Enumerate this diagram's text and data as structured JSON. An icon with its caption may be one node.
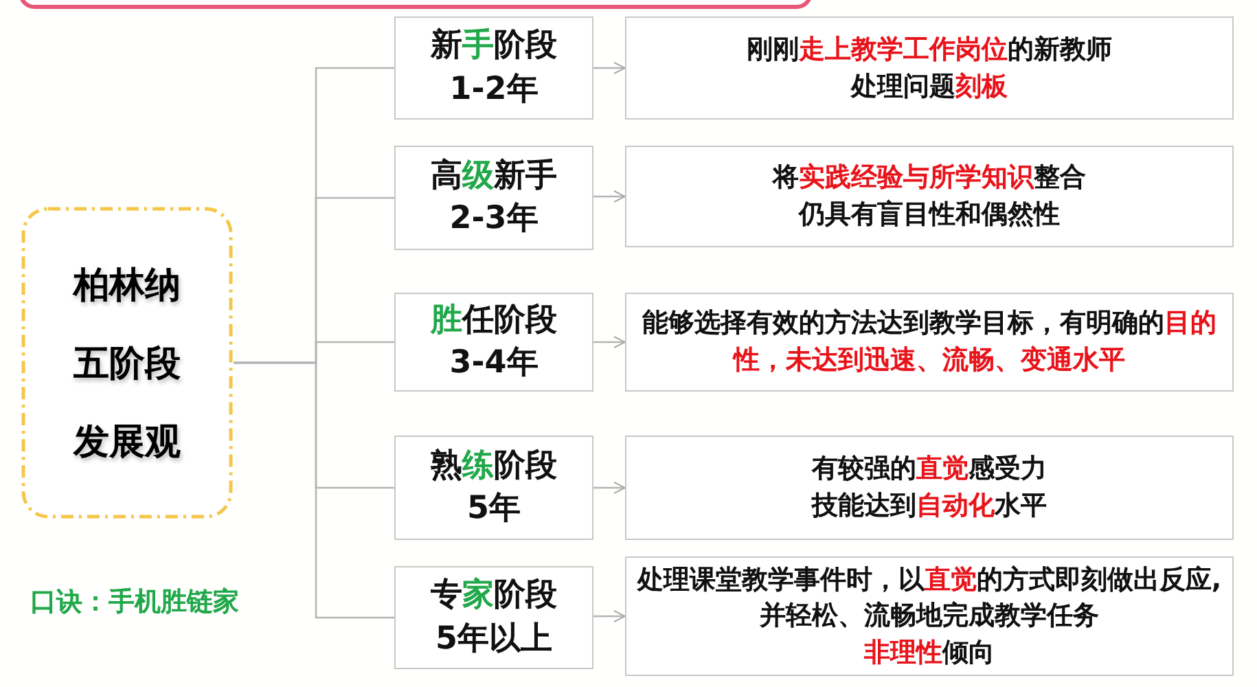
{
  "diagram": {
    "nodes": [
      {
        "text": [
          "柏林纳",
          "五阶段",
          "发展观"
        ]
      },
      {
        "text": [
          "新**手**阶段",
          "1-2年"
        ]
      },
      {
        "text": [
          "高**级**新手",
          "2-3年"
        ]
      },
      {
        "text": [
          "**胜**任阶段",
          "3-4年"
        ]
      },
      {
        "text": [
          "熟**练**阶段",
          "5年"
        ]
      },
      {
        "text": [
          "专**家**阶段",
          "5年以上"
        ]
      },
      {
        "text": [
          "刚刚**走上教学工作岗位**的新教师",
          "处理问题**刻板**"
        ]
      },
      {
        "text": [
          "将**实践经验与所学知识**整合",
          "仍具有盲目性和偶然性"
        ]
      },
      {
        "text": [
          "能够选择有效的方法达到教学目标，有明确的**目的性，未达到迅速、流畅、变通水平**"
        ]
      },
      {
        "text": [
          "有较强的**直觉**感受力",
          "技能达到**自动化**水平"
        ]
      },
      {
        "text": [
          "处理课堂教学事件时，以**直觉**的方式即刻做出反应, 并轻松、流畅地完成教学任务",
          "**非理性**倾向"
        ]
      }
    ],
    "edges": [
      {
        "from": 0,
        "to": 1,
        "arrow": "none"
      },
      {
        "from": 0,
        "to": 2,
        "arrow": "none"
      },
      {
        "from": 0,
        "to": 3,
        "arrow": "none"
      },
      {
        "from": 0,
        "to": 4,
        "arrow": "none"
      },
      {
        "from": 0,
        "to": 5,
        "arrow": "none"
      },
      {
        "from": 1,
        "to": 6,
        "arrow": "to"
      },
      {
        "from": 2,
        "to": 7,
        "arrow": "to"
      },
      {
        "from": 3,
        "to": 8,
        "arrow": "to"
      },
      {
        "from": 4,
        "to": 9,
        "arrow": "to"
      },
      {
        "from": 5,
        "to": 10,
        "arrow": "to"
      }
    ],
    "labels": [
      "口诀：手机胜链家"
    ]
  }
}
